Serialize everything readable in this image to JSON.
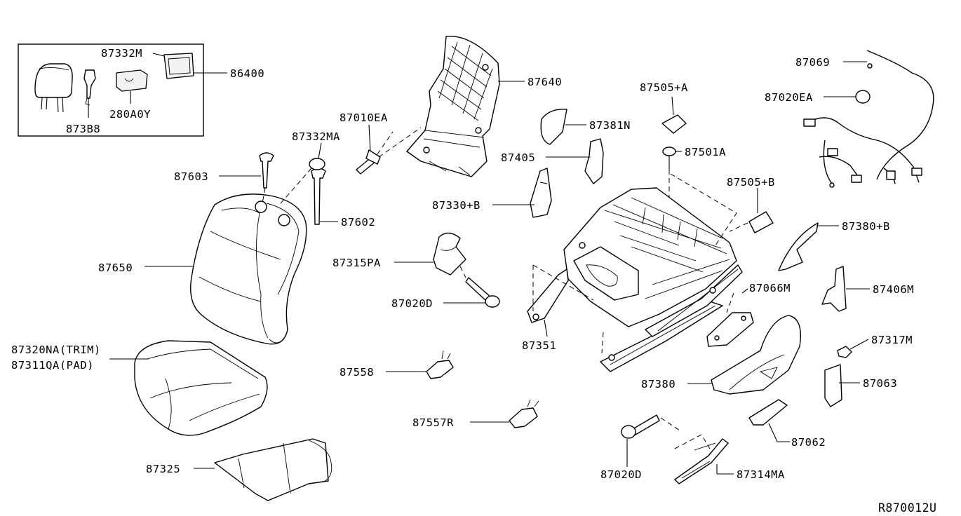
{
  "diagram_ref": "R870012U",
  "callouts": {
    "p87332M": "87332M",
    "p86400": "86400",
    "p280A0Y": "280A0Y",
    "p873B8": "873B8",
    "p87603": "87603",
    "p87332MA": "87332MA",
    "p87602": "87602",
    "p87650": "87650",
    "p87320NA": "87320NA(TRIM)",
    "p87311QA": "87311QA(PAD)",
    "p87325": "87325",
    "p87640": "87640",
    "p87010EA": "87010EA",
    "p87315PA": "87315PA",
    "p87020D_a": "87020D",
    "p87558": "87558",
    "p87557R": "87557R",
    "p87020D_b": "87020D",
    "p87381N": "87381N",
    "p87405": "87405",
    "p87330B": "87330+B",
    "p87505A": "87505+A",
    "p87501A": "87501A",
    "p87505B": "87505+B",
    "p87351": "87351",
    "p87066M": "87066M",
    "p87380": "87380",
    "p87314MA": "87314MA",
    "p87069": "87069",
    "p87020EA": "87020EA",
    "p87380B": "87380+B",
    "p87406M": "87406M",
    "p87317M": "87317M",
    "p87063": "87063",
    "p87062": "87062"
  }
}
